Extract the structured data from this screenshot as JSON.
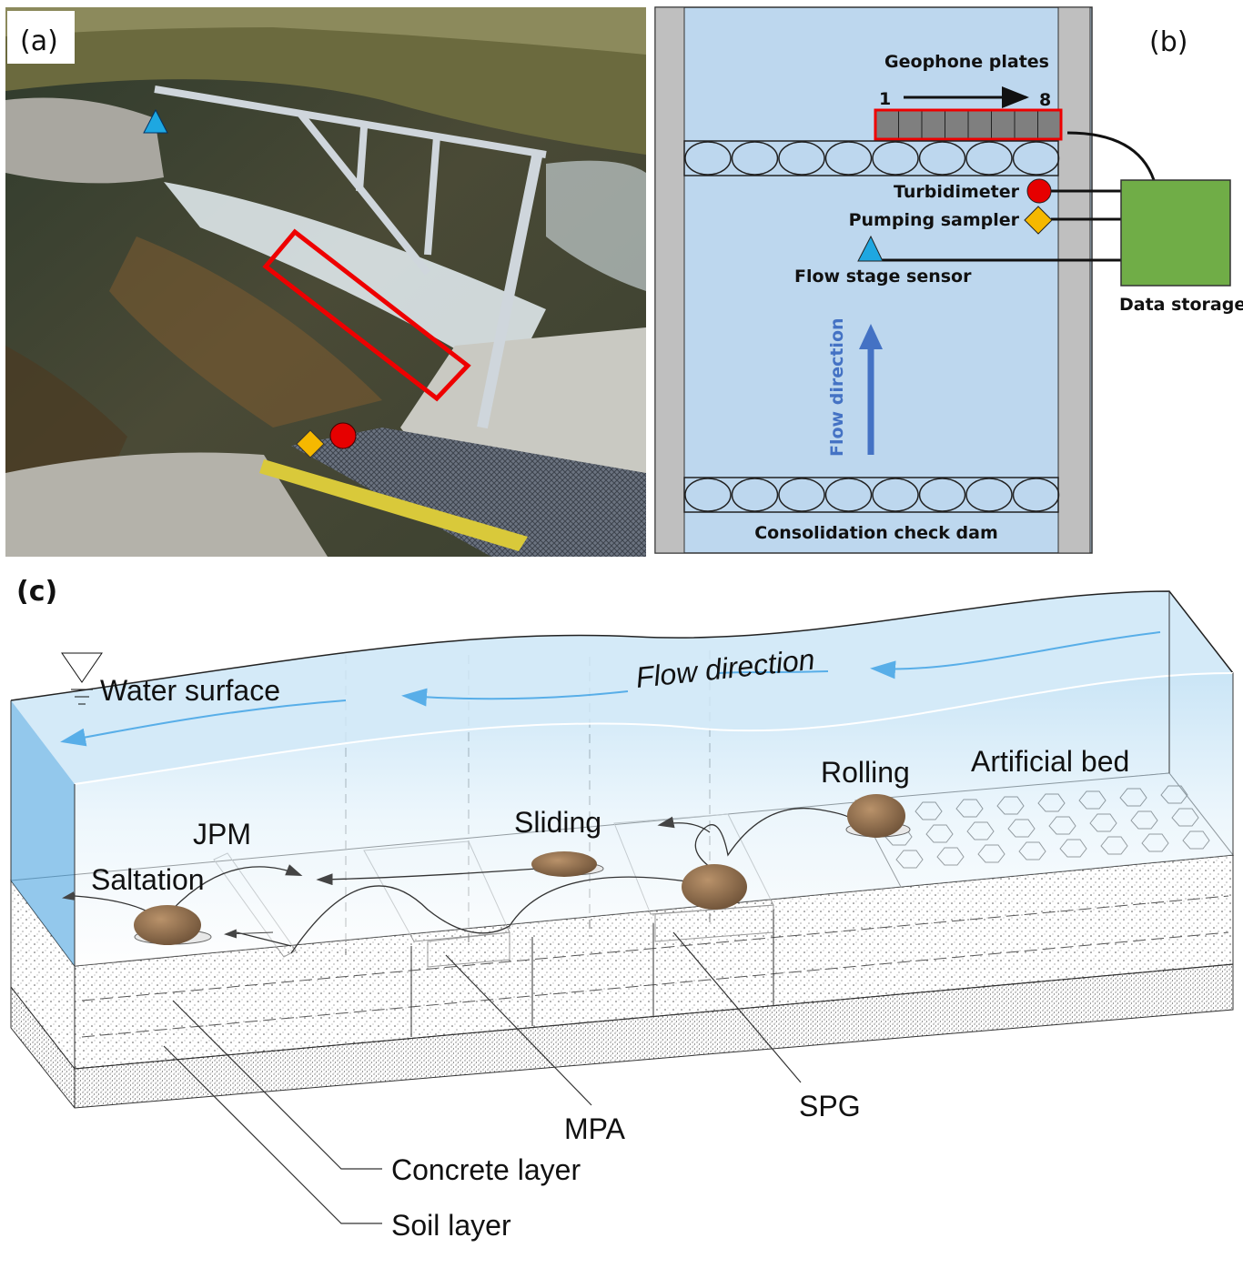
{
  "panel_a": {
    "tag": "(a)",
    "markers": {
      "flow_stage_sensor": "#1ea7e1",
      "pumping_sampler": "#f5b800",
      "turbidimeter": "#e60000",
      "geophone_outline": "#e60000"
    }
  },
  "panel_b": {
    "tag": "(b)",
    "geophone_plates": "Geophone plates",
    "plate_start": "1",
    "plate_end": "8",
    "turbidimeter": "Turbidimeter",
    "pumping_sampler": "Pumping sampler",
    "flow_stage_sensor": "Flow stage sensor",
    "data_storage": "Data storage",
    "flow_direction": "Flow direction",
    "check_dam": "Consolidation check dam",
    "colors": {
      "channel": "#bdd7ee",
      "wall": "#bfbfbf",
      "storage": "#70ad47",
      "flow_arrow": "#4472c4"
    }
  },
  "panel_c": {
    "tag": "(c)",
    "water_surface": "Water surface",
    "flow_direction": "Flow direction",
    "rolling": "Rolling",
    "artificial_bed": "Artificial bed",
    "sliding": "Sliding",
    "jpm": "JPM",
    "saltation": "Saltation",
    "spg": "SPG",
    "mpa": "MPA",
    "concrete_layer": "Concrete layer",
    "soil_layer": "Soil layer"
  }
}
